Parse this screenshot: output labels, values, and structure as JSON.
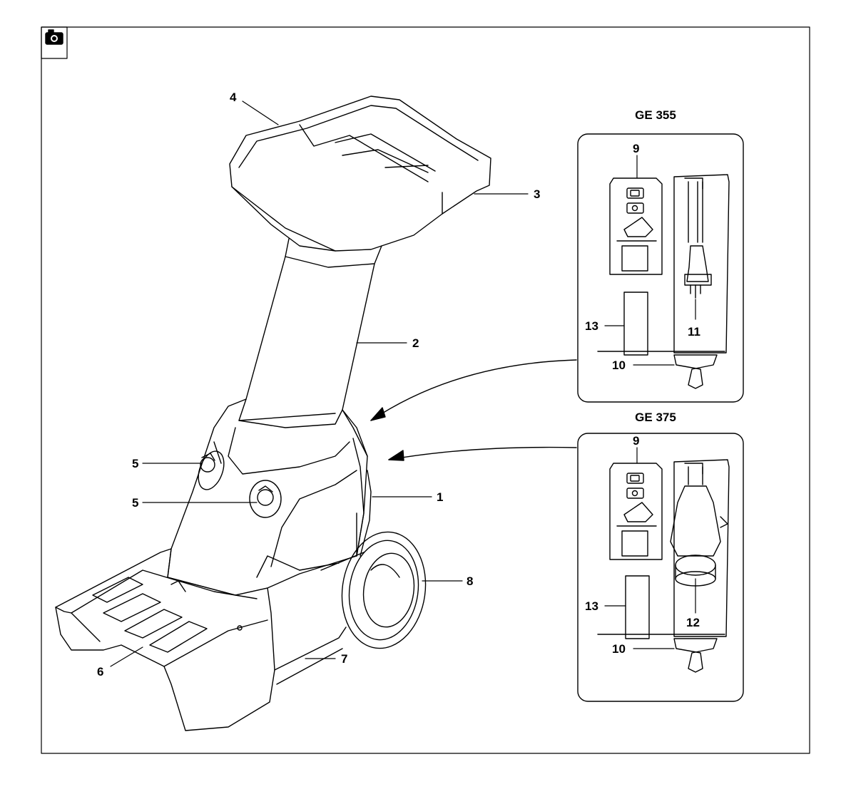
{
  "panels": [
    {
      "title": "GE 355"
    },
    {
      "title": "GE 375"
    }
  ],
  "callouts": {
    "housing": "1",
    "hopper": "2",
    "funnel_side": "3",
    "funnel_top": "4",
    "knob_upper": "5",
    "knob_lower": "5",
    "collection_tray": "6",
    "frame": "7",
    "wheel": "8",
    "switch_355": "9",
    "strain_relief_355": "10",
    "plug_355": "11",
    "cover_355": "13",
    "switch_375": "9",
    "strain_relief_375": "10",
    "plug_375": "12",
    "cover_375": "13"
  },
  "colors": {
    "line": "#000000",
    "background": "#ffffff"
  },
  "icons": {
    "corner": "camera-icon"
  }
}
